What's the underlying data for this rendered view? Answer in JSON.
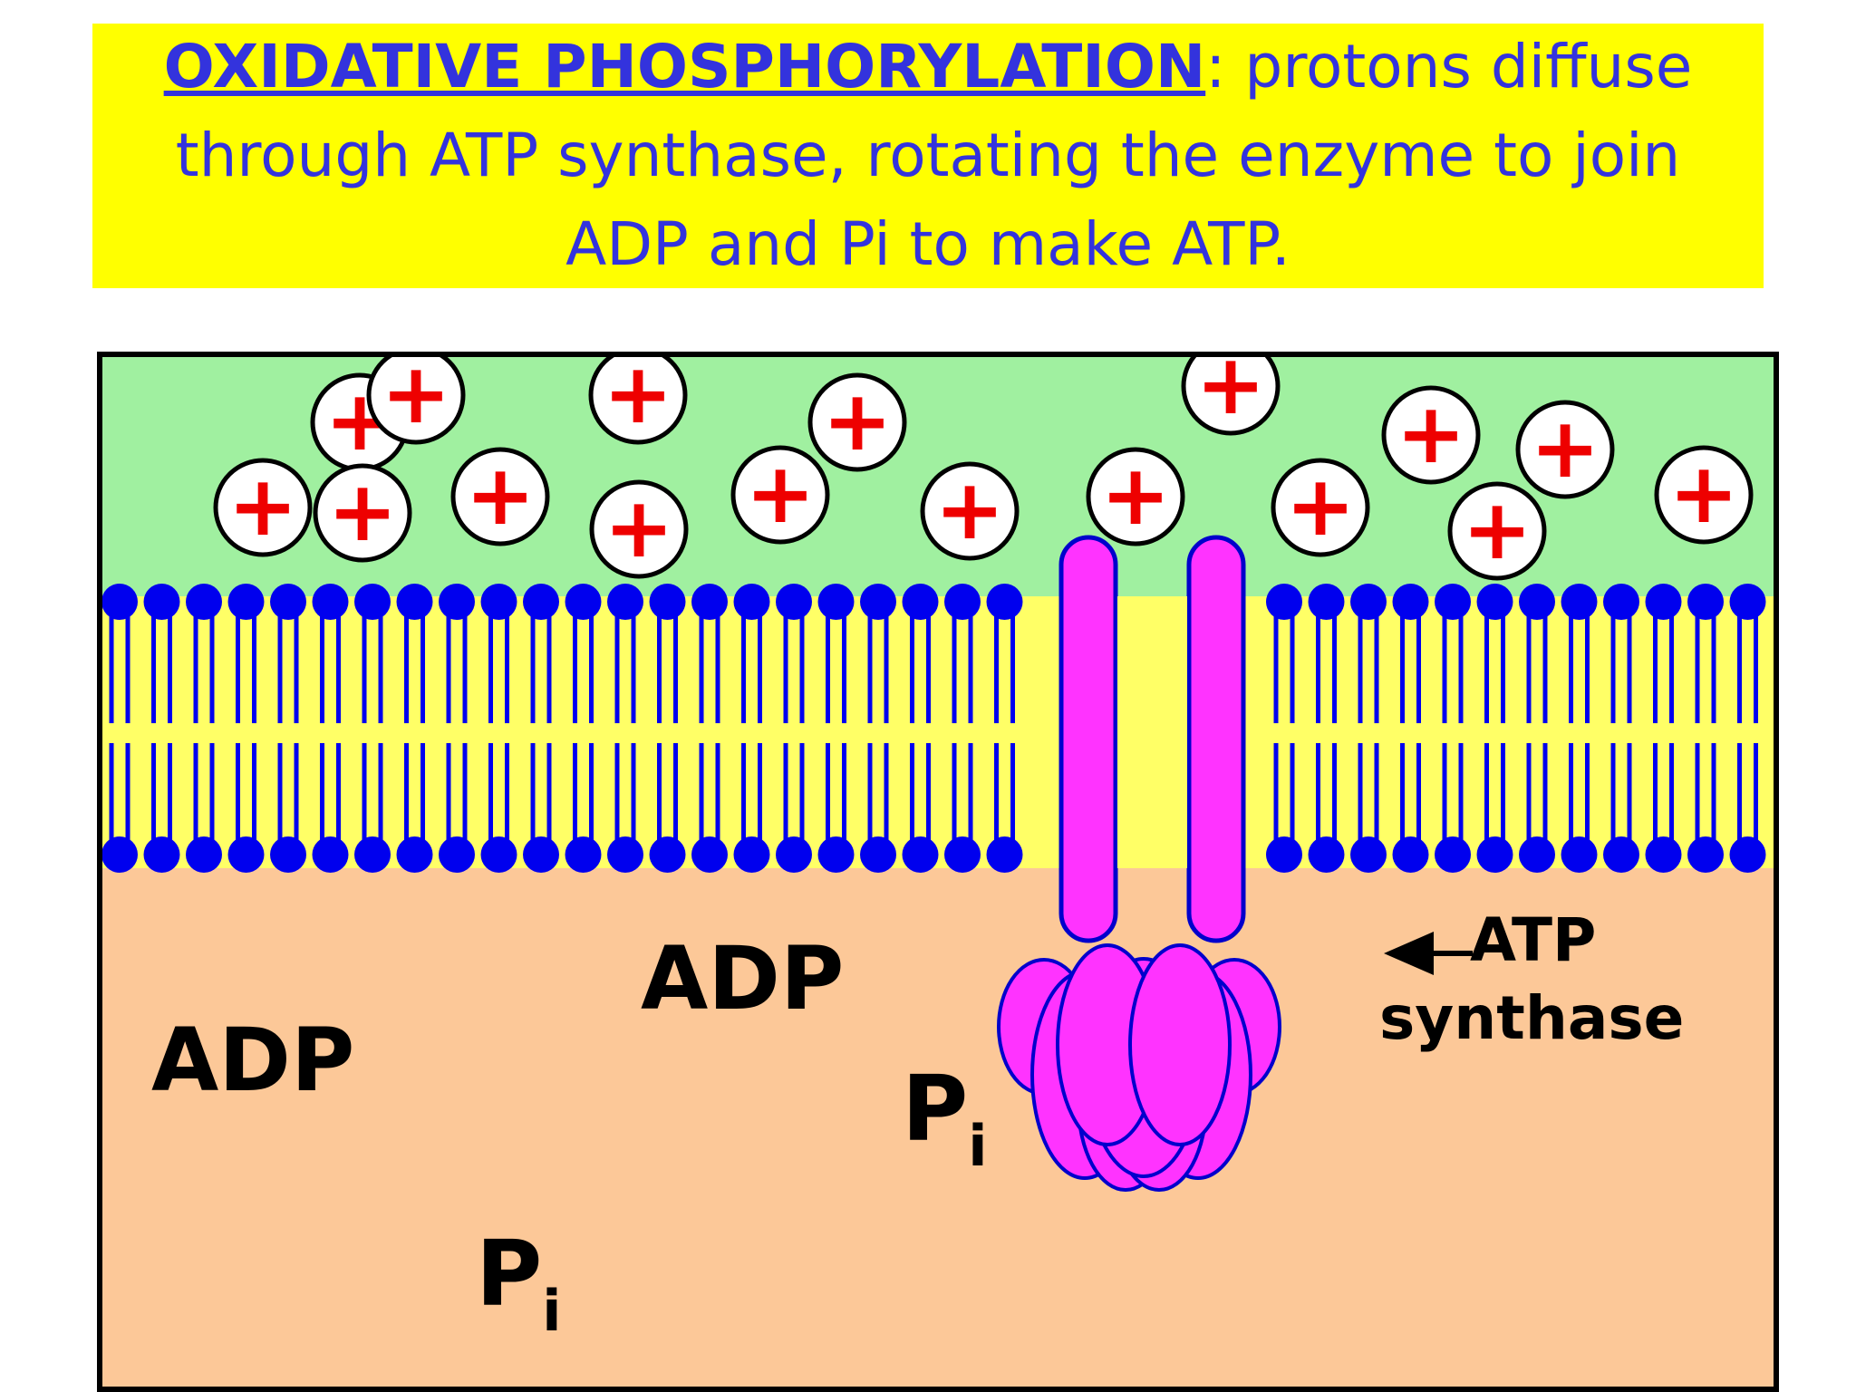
{
  "title": {
    "term": "OXIDATIVE PHOSPHORYLATION",
    "rest": ": protons diffuse through ATP synthase, rotating the enzyme to join ADP and Pi to make ATP."
  },
  "diagram": {
    "labels": {
      "adp_left": "ADP",
      "adp_center": "ADP",
      "pi_main": "P",
      "pi_sub": "i",
      "synthase_line1": "ATP",
      "synthase_line2": "synthase"
    },
    "proton_symbol": "+",
    "colors": {
      "intermembrane_space": "#a0f0a0",
      "matrix": "#fcc898",
      "lipid_head": "#0000ee",
      "lipid_tail": "#ffff66",
      "atp_synthase": "#ff33ff",
      "proton_plus": "#ee0000",
      "title_background": "#ffff00",
      "title_text": "#3333dd"
    }
  }
}
